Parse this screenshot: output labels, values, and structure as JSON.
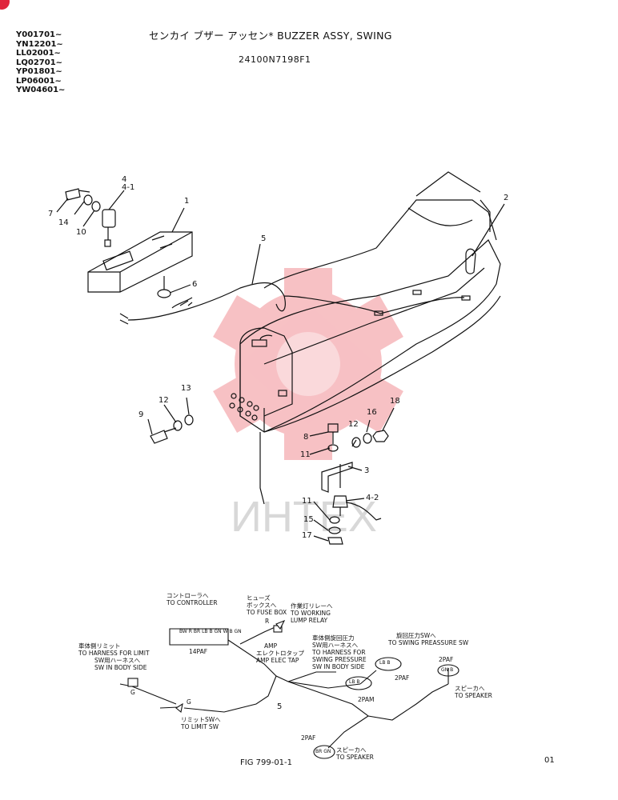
{
  "header": {
    "serials": [
      "Y001701~",
      "YN12201~",
      "LL02001~",
      "LQ02701~",
      "YP01801~",
      "LP06001~",
      "YW04601~"
    ],
    "title": "センカイ ブザー アッセン* BUZZER ASSY, SWING",
    "part_number": "24100N7198F1"
  },
  "watermark": {
    "text": "ИНТЕХ",
    "color": "#e8343f"
  },
  "callouts": {
    "n1": "1",
    "n2": "2",
    "n3": "3",
    "n4": "4",
    "n4_1": "4-1",
    "n4_2": "4-2",
    "n5a": "5",
    "n5b": "5",
    "n6": "6",
    "n7": "7",
    "n8": "8",
    "n9": "9",
    "n10": "10",
    "n11a": "11",
    "n11b": "11",
    "n12a": "12",
    "n12b": "12",
    "n13": "13",
    "n14": "14",
    "n15": "15",
    "n16": "16",
    "n17": "17",
    "n18": "18"
  },
  "harness_labels": {
    "controller": [
      "コントローラへ",
      "TO CONTROLLER"
    ],
    "fuse_box": [
      "ヒューズ",
      "ボックスへ",
      "TO FUSE BOX"
    ],
    "working_lamp": [
      "作業灯リレーへ",
      "TO WORKING",
      "LUMP RELAY"
    ],
    "limit_harness": [
      "車体側リミット",
      "TO HARNESS FOR LIMIT",
      "SW用ハーネスへ",
      "SW IN BODY SIDE"
    ],
    "amp": [
      "AMP",
      "エレクトロタップ",
      "AMP ELEC TAP"
    ],
    "swing_pressure_harness": [
      "車体側旋回圧力",
      "SW用ハーネスへ",
      "TO HARNESS FOR",
      "SWING PRESSURE",
      "SW IN BODY SIDE"
    ],
    "swing_pressure_sw": [
      "旋回圧力SWへ",
      "TO SWING PREASSURE SW"
    ],
    "speaker_right": [
      "スピーカへ",
      "TO SPEAKER"
    ],
    "speaker_bottom": [
      "スピーカへ",
      "TO SPEAKER"
    ],
    "limit_sw": [
      "リミットSWへ",
      "TO LIMIT SW"
    ],
    "conn_14paf": "14PAF",
    "conn_2pam": "2PAM",
    "conn_2paf_a": "2PAF",
    "conn_2paf_b": "2PAF",
    "conn_2paf_c": "2PAF",
    "letter_r": "R",
    "letter_g1": "G",
    "letter_g2": "G",
    "wire_14paf": [
      "BW",
      "R",
      "BR",
      "LB",
      "B",
      "GN",
      "W",
      "B",
      "GN"
    ],
    "wire_lb_b_1": [
      "LB",
      "B"
    ],
    "wire_lb_b_2": [
      "LB",
      "B"
    ],
    "wire_gn_b_1": [
      "GN",
      "B"
    ],
    "wire_gn_b_2": [
      "BR",
      "GN"
    ]
  },
  "footer": {
    "figure": "FIG 799-01-1",
    "page_code": "01"
  }
}
